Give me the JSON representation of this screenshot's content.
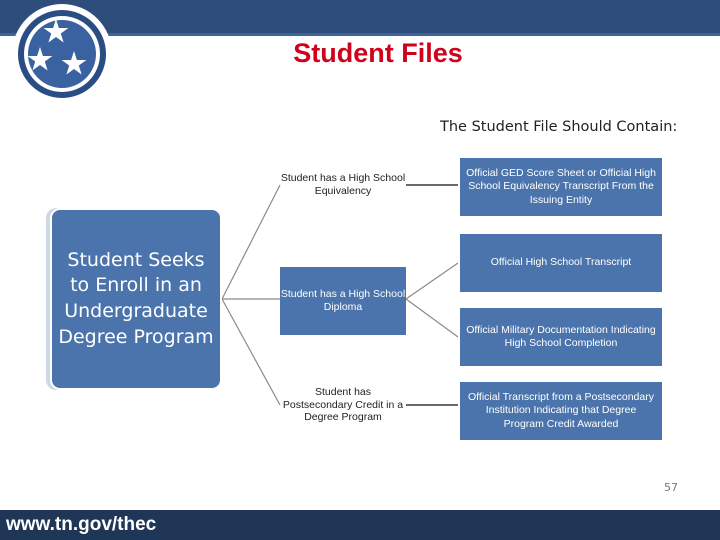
{
  "title": "Student Files",
  "subtitle": "The Student File Should Contain:",
  "root": "Student Seeks to Enroll in an Undergraduate Degree Program",
  "branches": [
    "Student has a High School Equivalency",
    "Student has a High School Diploma",
    "Student has Postsecondary Credit in a Degree Program"
  ],
  "documents": [
    "Official GED Score Sheet or Official High School Equivalency Transcript From the Issuing Entity",
    "Official High School Transcript",
    "Official Military Documentation Indicating High School Completion",
    "Official Transcript from a Postsecondary Institution Indicating that Degree Program Credit Awarded"
  ],
  "footer": {
    "url": "www.tn.gov/thec",
    "page_number": "57"
  },
  "colors": {
    "title_red": "#d0021b",
    "box_blue": "#4a74ab",
    "header_navy": "#2e4d7b",
    "footer_navy": "#1f3656"
  },
  "icons": {
    "seal": "tennessee-tri-star-icon"
  }
}
